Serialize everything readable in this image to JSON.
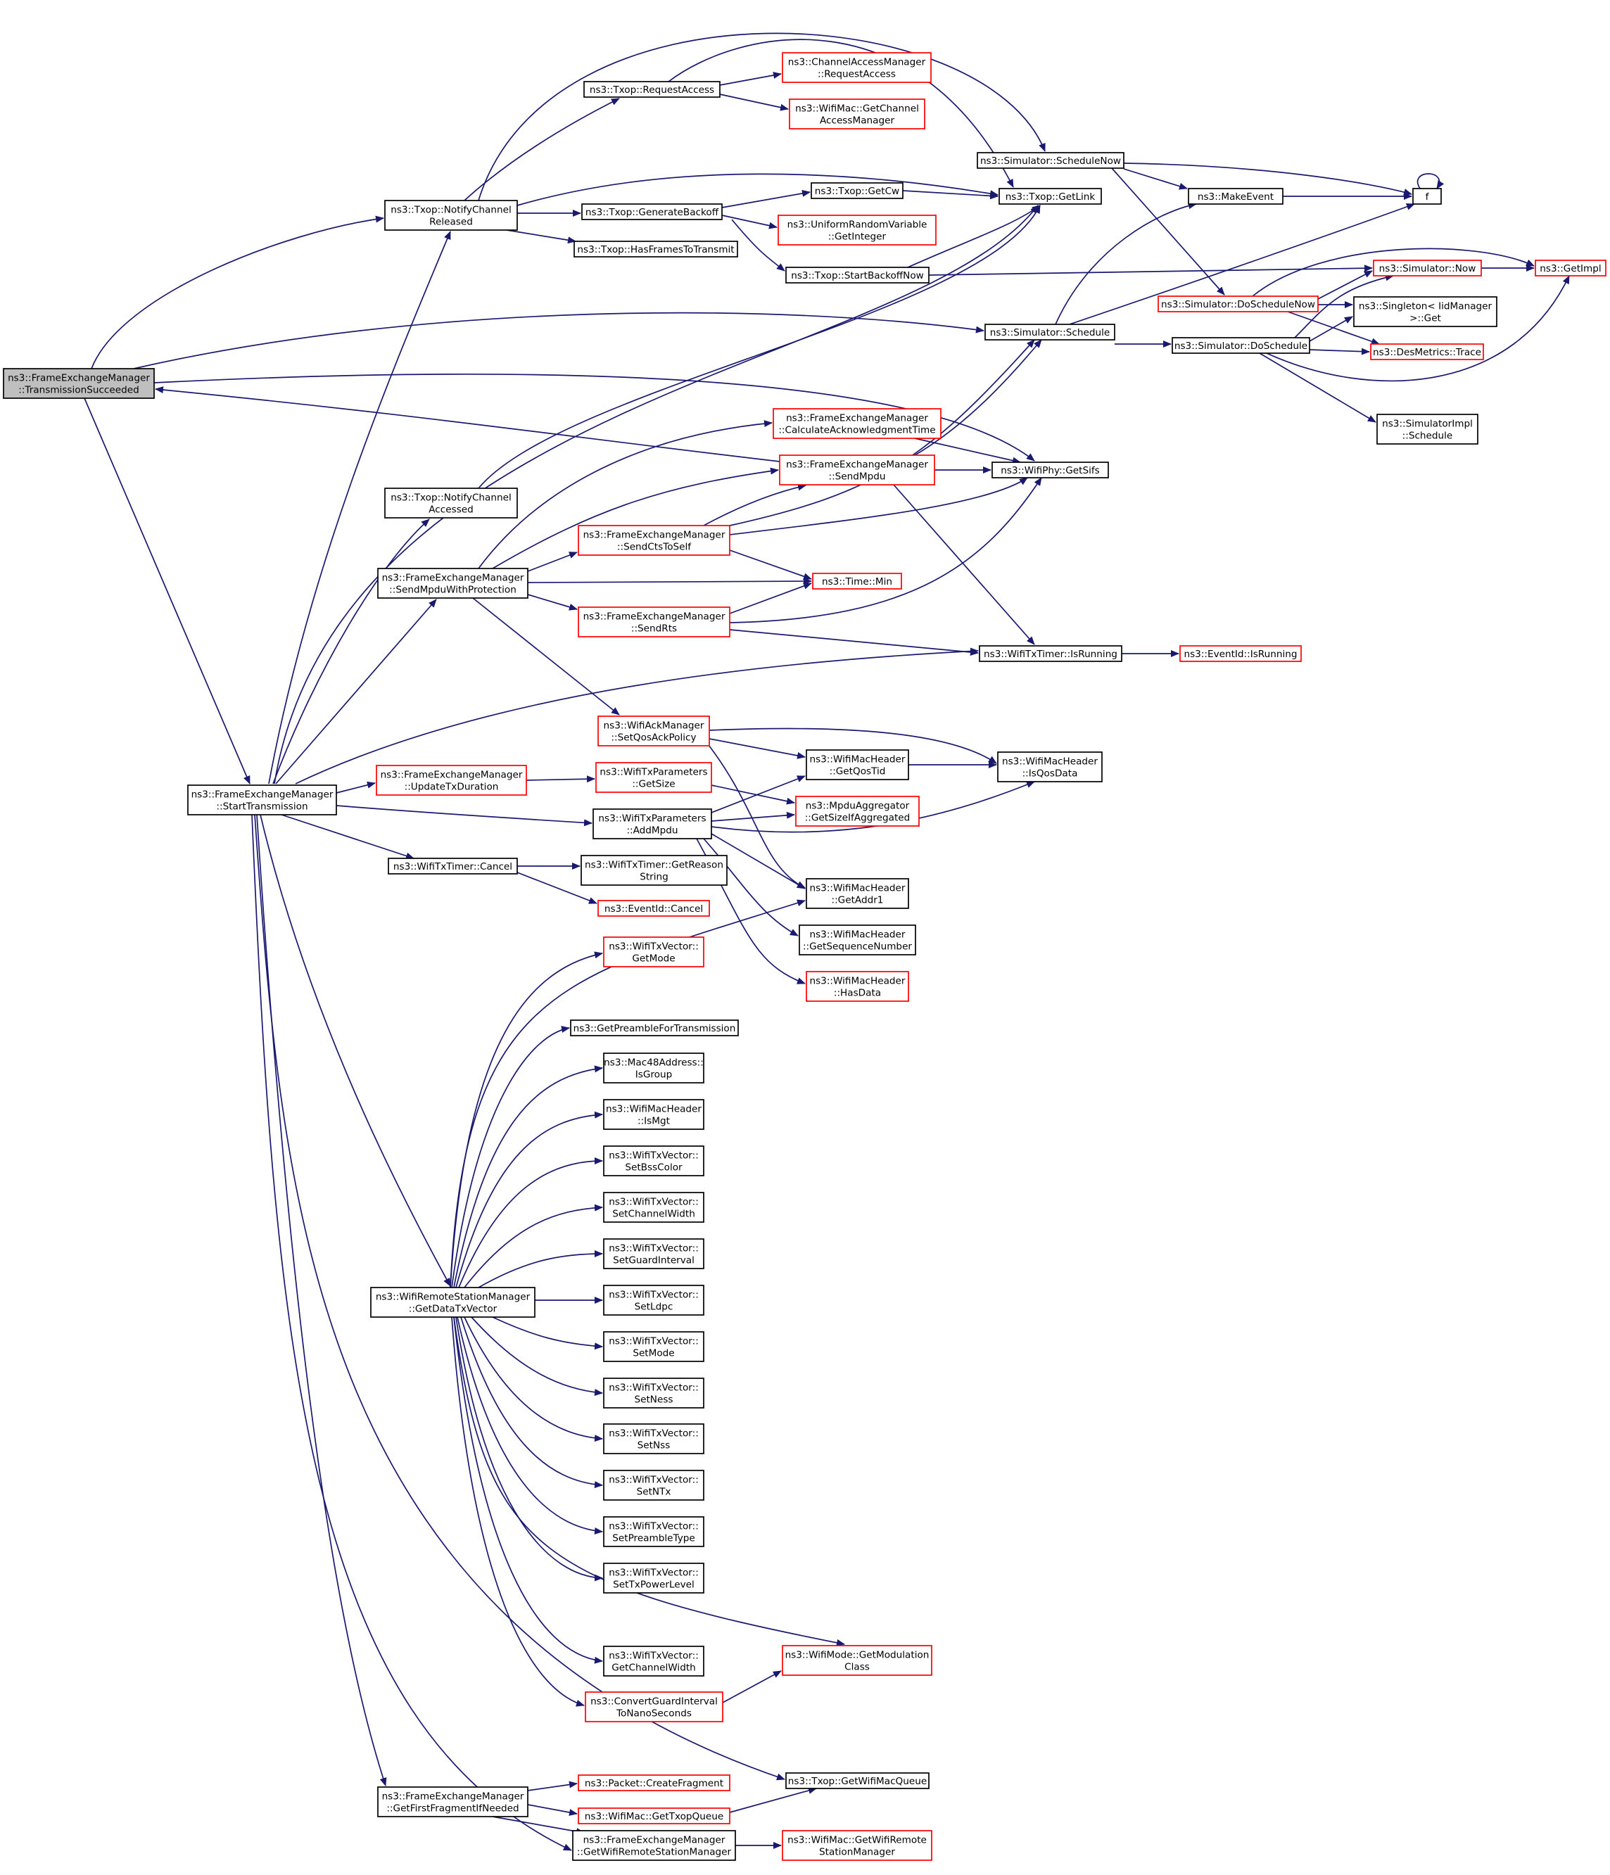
{
  "colors": {
    "edge": "#191970",
    "normal_border": "#000000",
    "red_border": "#ff0000",
    "root_fill": "#bfbfbf"
  },
  "nodes": [
    {
      "id": "n_root",
      "lines": [
        "ns3::FrameExchangeManager",
        "::TransmissionSucceeded"
      ],
      "style": "root"
    },
    {
      "id": "n_start",
      "lines": [
        "ns3::FrameExchangeManager",
        "::StartTransmission"
      ],
      "style": "normal"
    },
    {
      "id": "n_txop_ncr",
      "lines": [
        "ns3::Txop::NotifyChannel",
        "Released"
      ],
      "style": "normal"
    },
    {
      "id": "n_txop_nca",
      "lines": [
        "ns3::Txop::NotifyChannel",
        "Accessed"
      ],
      "style": "normal"
    },
    {
      "id": "n_smpwp",
      "lines": [
        "ns3::FrameExchangeManager",
        "::SendMpduWithProtection"
      ],
      "style": "normal"
    },
    {
      "id": "n_utd",
      "lines": [
        "ns3::FrameExchangeManager",
        "::UpdateTxDuration"
      ],
      "style": "red"
    },
    {
      "id": "n_cancel",
      "lines": [
        "ns3::WifiTxTimer::Cancel"
      ],
      "style": "normal"
    },
    {
      "id": "n_gdtv",
      "lines": [
        "ns3::WifiRemoteStationManager",
        "::GetDataTxVector"
      ],
      "style": "normal"
    },
    {
      "id": "n_gffin",
      "lines": [
        "ns3::FrameExchangeManager",
        "::GetFirstFragmentIfNeeded"
      ],
      "style": "normal"
    },
    {
      "id": "n_req",
      "lines": [
        "ns3::Txop::RequestAccess"
      ],
      "style": "normal"
    },
    {
      "id": "n_genb",
      "lines": [
        "ns3::Txop::GenerateBackoff"
      ],
      "style": "normal"
    },
    {
      "id": "n_hasf",
      "lines": [
        "ns3::Txop::HasFramesToTransmit"
      ],
      "style": "normal"
    },
    {
      "id": "n_calc",
      "lines": [
        "ns3::FrameExchangeManager",
        "::CalculateAcknowledgmentTime"
      ],
      "style": "red"
    },
    {
      "id": "n_smpdu",
      "lines": [
        "ns3::FrameExchangeManager",
        "::SendMpdu"
      ],
      "style": "red"
    },
    {
      "id": "n_scts",
      "lines": [
        "ns3::FrameExchangeManager",
        "::SendCtsToSelf"
      ],
      "style": "red"
    },
    {
      "id": "n_srts",
      "lines": [
        "ns3::FrameExchangeManager",
        "::SendRts"
      ],
      "style": "red"
    },
    {
      "id": "n_sqap",
      "lines": [
        "ns3::WifiAckManager",
        "::SetQosAckPolicy"
      ],
      "style": "red"
    },
    {
      "id": "n_tpgs",
      "lines": [
        "ns3::WifiTxParameters",
        "::GetSize"
      ],
      "style": "red"
    },
    {
      "id": "n_tpam",
      "lines": [
        "ns3::WifiTxParameters",
        "::AddMpdu"
      ],
      "style": "normal"
    },
    {
      "id": "n_gtrs",
      "lines": [
        "ns3::WifiTxTimer::GetReason",
        "String"
      ],
      "style": "normal"
    },
    {
      "id": "n_evc",
      "lines": [
        "ns3::EventId::Cancel"
      ],
      "style": "red"
    },
    {
      "id": "n_gmode",
      "lines": [
        "ns3::WifiTxVector::",
        "GetMode"
      ],
      "style": "red"
    },
    {
      "id": "n_gpre",
      "lines": [
        "ns3::GetPreambleForTransmission"
      ],
      "style": "normal"
    },
    {
      "id": "n_isg",
      "lines": [
        "ns3::Mac48Address::",
        "IsGroup"
      ],
      "style": "normal"
    },
    {
      "id": "n_ismgt",
      "lines": [
        "ns3::WifiMacHeader",
        "::IsMgt"
      ],
      "style": "normal"
    },
    {
      "id": "n_sbss",
      "lines": [
        "ns3::WifiTxVector::",
        "SetBssColor"
      ],
      "style": "normal"
    },
    {
      "id": "n_scw",
      "lines": [
        "ns3::WifiTxVector::",
        "SetChannelWidth"
      ],
      "style": "normal"
    },
    {
      "id": "n_sgi",
      "lines": [
        "ns3::WifiTxVector::",
        "SetGuardInterval"
      ],
      "style": "normal"
    },
    {
      "id": "n_sldpc",
      "lines": [
        "ns3::WifiTxVector::",
        "SetLdpc"
      ],
      "style": "normal"
    },
    {
      "id": "n_smode",
      "lines": [
        "ns3::WifiTxVector::",
        "SetMode"
      ],
      "style": "normal"
    },
    {
      "id": "n_sness",
      "lines": [
        "ns3::WifiTxVector::",
        "SetNess"
      ],
      "style": "normal"
    },
    {
      "id": "n_snss",
      "lines": [
        "ns3::WifiTxVector::",
        "SetNss"
      ],
      "style": "normal"
    },
    {
      "id": "n_sntx",
      "lines": [
        "ns3::WifiTxVector::",
        "SetNTx"
      ],
      "style": "normal"
    },
    {
      "id": "n_spt",
      "lines": [
        "ns3::WifiTxVector::",
        "SetPreambleType"
      ],
      "style": "normal"
    },
    {
      "id": "n_stpl",
      "lines": [
        "ns3::WifiTxVector::",
        "SetTxPowerLevel"
      ],
      "style": "normal"
    },
    {
      "id": "n_gcw",
      "lines": [
        "ns3::WifiTxVector::",
        "GetChannelWidth"
      ],
      "style": "normal"
    },
    {
      "id": "n_cgi",
      "lines": [
        "ns3::ConvertGuardInterval",
        "ToNanoSeconds"
      ],
      "style": "red"
    },
    {
      "id": "n_pcf",
      "lines": [
        "ns3::Packet::CreateFragment"
      ],
      "style": "red"
    },
    {
      "id": "n_gtxq",
      "lines": [
        "ns3::WifiMac::GetTxopQueue"
      ],
      "style": "red"
    },
    {
      "id": "n_gwrsm",
      "lines": [
        "ns3::FrameExchangeManager",
        "::GetWifiRemoteStationManager"
      ],
      "style": "normal"
    },
    {
      "id": "n_camra",
      "lines": [
        "ns3::ChannelAccessManager",
        "::RequestAccess"
      ],
      "style": "red"
    },
    {
      "id": "n_wmgcam",
      "lines": [
        "ns3::WifiMac::GetChannel",
        "AccessManager"
      ],
      "style": "red"
    },
    {
      "id": "n_getcw",
      "lines": [
        "ns3::Txop::GetCw"
      ],
      "style": "normal"
    },
    {
      "id": "n_urv",
      "lines": [
        "ns3::UniformRandomVariable",
        "::GetInteger"
      ],
      "style": "red"
    },
    {
      "id": "n_sbn",
      "lines": [
        "ns3::Txop::StartBackoffNow"
      ],
      "style": "normal"
    },
    {
      "id": "n_time",
      "lines": [
        "ns3::Time::Min"
      ],
      "style": "red"
    },
    {
      "id": "n_gqt",
      "lines": [
        "ns3::WifiMacHeader",
        "::GetQosTid"
      ],
      "style": "normal"
    },
    {
      "id": "n_msize",
      "lines": [
        "ns3::MpduAggregator",
        "::GetSizeIfAggregated"
      ],
      "style": "red"
    },
    {
      "id": "n_ga1",
      "lines": [
        "ns3::WifiMacHeader",
        "::GetAddr1"
      ],
      "style": "normal"
    },
    {
      "id": "n_gsn",
      "lines": [
        "ns3::WifiMacHeader",
        "::GetSequenceNumber"
      ],
      "style": "normal"
    },
    {
      "id": "n_hd",
      "lines": [
        "ns3::WifiMacHeader",
        "::HasData"
      ],
      "style": "red"
    },
    {
      "id": "n_wmgmc",
      "lines": [
        "ns3::WifiMode::GetModulation",
        "Class"
      ],
      "style": "red"
    },
    {
      "id": "n_gwmq",
      "lines": [
        "ns3::Txop::GetWifiMacQueue"
      ],
      "style": "normal"
    },
    {
      "id": "n_wmgwrsm",
      "lines": [
        "ns3::WifiMac::GetWifiRemote",
        "StationManager"
      ],
      "style": "red"
    },
    {
      "id": "n_schnow",
      "lines": [
        "ns3::Simulator::ScheduleNow"
      ],
      "style": "normal"
    },
    {
      "id": "n_glink",
      "lines": [
        "ns3::Txop::GetLink"
      ],
      "style": "normal"
    },
    {
      "id": "n_sched",
      "lines": [
        "ns3::Simulator::Schedule"
      ],
      "style": "normal"
    },
    {
      "id": "n_sifs",
      "lines": [
        "ns3::WifiPhy::GetSifs"
      ],
      "style": "normal"
    },
    {
      "id": "n_isrun",
      "lines": [
        "ns3::WifiTxTimer::IsRunning"
      ],
      "style": "normal"
    },
    {
      "id": "n_isqos",
      "lines": [
        "ns3::WifiMacHeader",
        "::IsQosData"
      ],
      "style": "normal"
    },
    {
      "id": "n_mkev",
      "lines": [
        "ns3::MakeEvent"
      ],
      "style": "normal"
    },
    {
      "id": "n_dsn",
      "lines": [
        "ns3::Simulator::DoScheduleNow"
      ],
      "style": "red"
    },
    {
      "id": "n_dsch",
      "lines": [
        "ns3::Simulator::DoSchedule"
      ],
      "style": "normal"
    },
    {
      "id": "n_evrun",
      "lines": [
        "ns3::EventId::IsRunning"
      ],
      "style": "red"
    },
    {
      "id": "n_f",
      "lines": [
        "f"
      ],
      "style": "normal"
    },
    {
      "id": "n_now",
      "lines": [
        "ns3::Simulator::Now"
      ],
      "style": "red"
    },
    {
      "id": "n_sing",
      "lines": [
        "ns3::Singleton< IidManager",
        ">::Get"
      ],
      "style": "normal"
    },
    {
      "id": "n_trace",
      "lines": [
        "ns3::DesMetrics::Trace"
      ],
      "style": "red"
    },
    {
      "id": "n_simpl",
      "lines": [
        "ns3::SimulatorImpl",
        "::Schedule"
      ],
      "style": "normal"
    },
    {
      "id": "n_gimpl",
      "lines": [
        "ns3::GetImpl"
      ],
      "style": "red"
    }
  ]
}
